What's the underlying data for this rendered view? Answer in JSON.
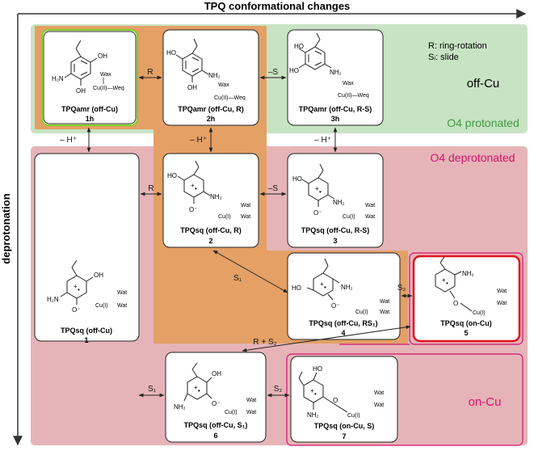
{
  "axes": {
    "x_label": "TPQ conformational changes",
    "y_label": "deprotonation"
  },
  "regions": {
    "protonated_label": "O4 protonated",
    "deprotonated_label": "O4 deprotonated",
    "offcu_label": "off-Cu",
    "oncu_label": "on-Cu"
  },
  "legend": {
    "ring_rotation": "R: ring-rotation",
    "slide": "Sᵢ: slide"
  },
  "colors": {
    "green_region": "#c8e3c4",
    "pink_region": "#e6b4b8",
    "orange_region": "#e4a065",
    "green_text": "#3f9a3f",
    "magenta": "#d4136b",
    "red_frame": "#e0141e"
  },
  "states": [
    {
      "id": "1h",
      "name": "TPQamr (off-Cu)",
      "number": "1h",
      "labels": [
        "OH",
        "H₂N",
        "OH",
        "Wax",
        "Cu(II)—Weq"
      ]
    },
    {
      "id": "2h",
      "name": "TPQamr (off-Cu, R)",
      "number": "2h",
      "labels": [
        "HO",
        "NH₂",
        "OH",
        "Wax",
        "Cu(II)—Weq"
      ]
    },
    {
      "id": "3h",
      "name": "TPQamr (off-Cu, R-S)",
      "number": "3h",
      "labels": [
        "HO",
        "HO",
        "NH₂",
        "Wax",
        "Cu(II)—Weq"
      ]
    },
    {
      "id": "1",
      "name": "TPQsq (off-Cu)",
      "number": "1",
      "labels": [
        "OH",
        "H₂N",
        "O⁻",
        "Wat",
        "Cu(I)",
        "Wat"
      ]
    },
    {
      "id": "2",
      "name": "TPQsq (off-Cu, R)",
      "number": "2",
      "labels": [
        "HO",
        "NH₂",
        "O⁻",
        "Wat",
        "Cu(I)",
        "Wat"
      ]
    },
    {
      "id": "3",
      "name": "TPQsq (off-Cu, R-S)",
      "number": "3",
      "labels": [
        "HO",
        "NH₂",
        "O⁻",
        "Wat",
        "Cu(I)",
        "Wat"
      ]
    },
    {
      "id": "4",
      "name": "TPQsq (off-Cu, RS₁)",
      "number": "4",
      "labels": [
        "HO",
        "NH₂",
        "O⁻",
        "Wat",
        "Cu(I)",
        "Wat"
      ]
    },
    {
      "id": "5",
      "name": "TPQsq (on-Cu)",
      "number": "5",
      "labels": [
        "NH₂",
        "O",
        "Cu(I)",
        "Wat",
        "Wat"
      ]
    },
    {
      "id": "6",
      "name": "TPQsq (off-Cu, S₁)",
      "number": "6",
      "labels": [
        "OH",
        "NH₂",
        "O⁻",
        "Wat",
        "Cu(I)",
        "Wat"
      ]
    },
    {
      "id": "7",
      "name": "TPQsq (on-Cu, S)",
      "number": "7",
      "labels": [
        "HO",
        "NH₂",
        "O",
        "Cu(I)",
        "Wat",
        "Wat"
      ]
    }
  ],
  "transitions": {
    "r_top": "R",
    "s_top": "–S",
    "h1": "– H⁺",
    "h2": "– H⁺",
    "h3": "– H⁺",
    "r_mid": "R",
    "s_mid": "–S",
    "s1_diag": "S₁",
    "s2_mid": "S₂",
    "rs2": "R + S₂",
    "s1_bot": "S₁",
    "s2_bot": "S₂"
  }
}
